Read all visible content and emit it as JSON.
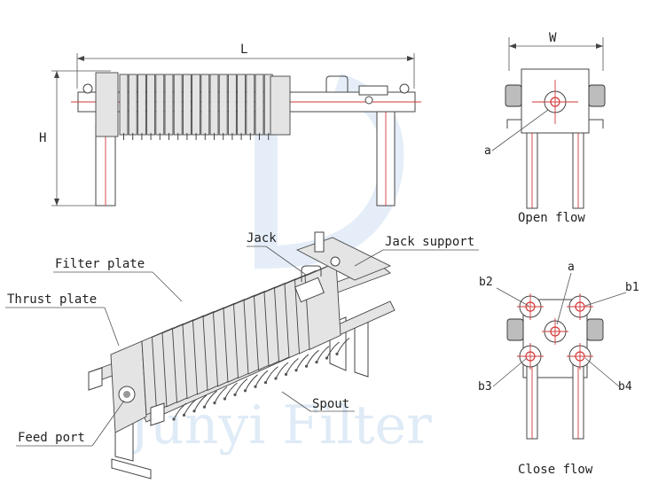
{
  "watermark": {
    "text": "Junyi Filter",
    "color": "#b9d3ec"
  },
  "dimensions": {
    "length": "L",
    "height": "H",
    "width": "W"
  },
  "views": {
    "open_flow": {
      "title": "Open flow",
      "port_label": "a"
    },
    "close_flow": {
      "title": "Close flow",
      "ports": {
        "a": "a",
        "b1": "b1",
        "b2": "b2",
        "b3": "b3",
        "b4": "b4"
      }
    }
  },
  "parts": {
    "jack": "Jack",
    "jack_support": "Jack support",
    "filter_plate": "Filter plate",
    "thrust_plate": "Thrust plate",
    "spout": "Spout",
    "feed_port": "Feed port"
  },
  "colors": {
    "centerline": "#d23a3a",
    "port": "#d23a3a"
  }
}
